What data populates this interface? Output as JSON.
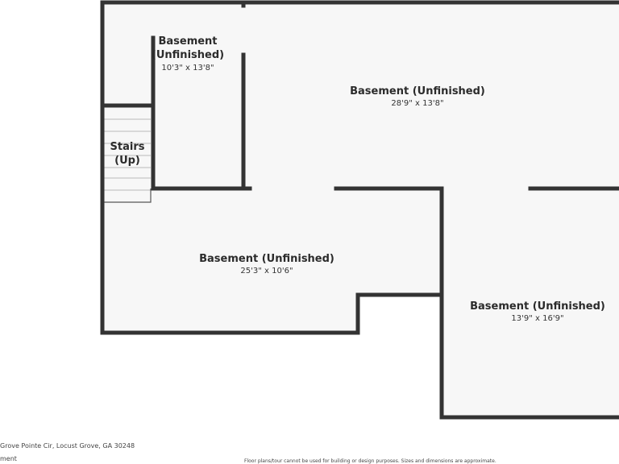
{
  "rooms": [
    {
      "id": "basement-a",
      "name_line1": "Basement",
      "name_line2": "(Unfinished)",
      "dimensions": "10'3\" x 13'8\""
    },
    {
      "id": "basement-b",
      "name": "Basement (Unfinished)",
      "dimensions": "28'9\" x 13'8\""
    },
    {
      "id": "basement-c",
      "name": "Basement (Unfinished)",
      "dimensions": "25'3\" x 10'6\""
    },
    {
      "id": "basement-d",
      "name": "Basement (Unfinished)",
      "dimensions": "13'9\" x 16'9\""
    }
  ],
  "stairs": {
    "line1": "Stairs",
    "line2": "(Up)"
  },
  "footer": {
    "address": "Grove Pointe Cir, Locust Grove, GA 30248",
    "level": "ment",
    "disclaimer": "Floor plans/tour cannot be used for building or design purposes. Sizes and dimensions are approximate."
  },
  "colors": {
    "wall": "#333333",
    "floor": "#f7f7f7",
    "background": "#ffffff"
  }
}
